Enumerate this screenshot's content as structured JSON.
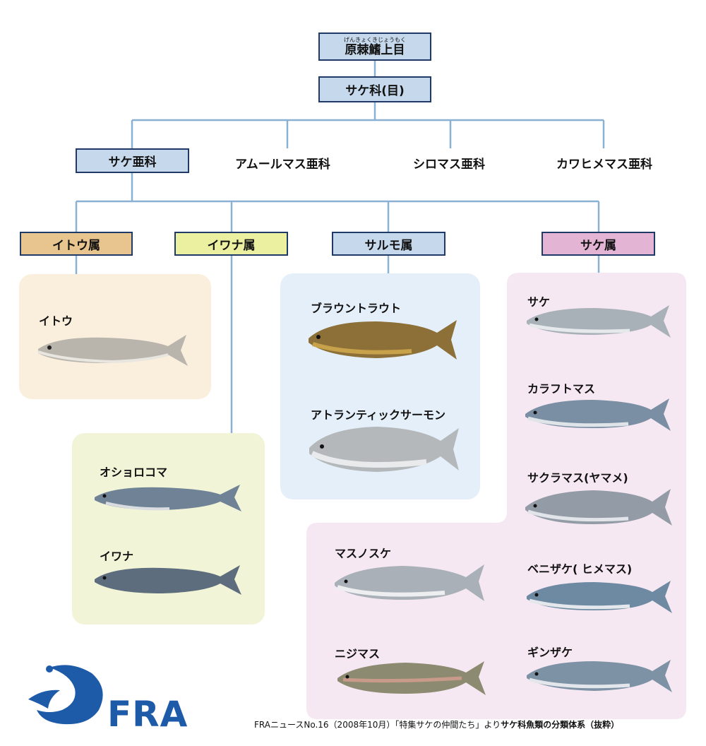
{
  "root": {
    "ruby": "げんきょくきじょうもく",
    "label": "原棘鰭上目"
  },
  "order": {
    "label": "サケ科(目)"
  },
  "subfamilies": [
    {
      "label": "サケ亜科"
    },
    {
      "label": "アムールマス亜科"
    },
    {
      "label": "シロマス亜科"
    },
    {
      "label": "カワヒメマス亜科"
    }
  ],
  "genera": [
    {
      "label": "イトウ属",
      "color": "#e8c48e"
    },
    {
      "label": "イワナ属",
      "color": "#eaf0a0"
    },
    {
      "label": "サルモ属",
      "color": "#c6d8ec"
    },
    {
      "label": "サケ属",
      "color": "#e3b4d4"
    }
  ],
  "species": {
    "ito": [
      "イトウ"
    ],
    "iwana": [
      "オショロコマ",
      "イワナ"
    ],
    "salmo": [
      "ブラウントラウト",
      "アトランティックサーモン"
    ],
    "sake_right": [
      "サケ",
      "カラフトマス",
      "サクラマス(ヤマメ)",
      "ベニザケ( ヒメマス)",
      "ギンザケ"
    ],
    "sake_left": [
      "マスノスケ",
      "ニジマス"
    ]
  },
  "panel_colors": {
    "ito": "#faeedd",
    "iwana": "#f1f4d6",
    "salmo": "#e4eff9",
    "sake": "#f6e8f2"
  },
  "logo": {
    "text": "FRA",
    "color": "#1d5aa8"
  },
  "credit": {
    "prefix": "FRAニュースNo.16（2008年10月）「特集サケの仲間たち」より",
    "bold": "サケ科魚類の分類体系（抜粋）"
  }
}
